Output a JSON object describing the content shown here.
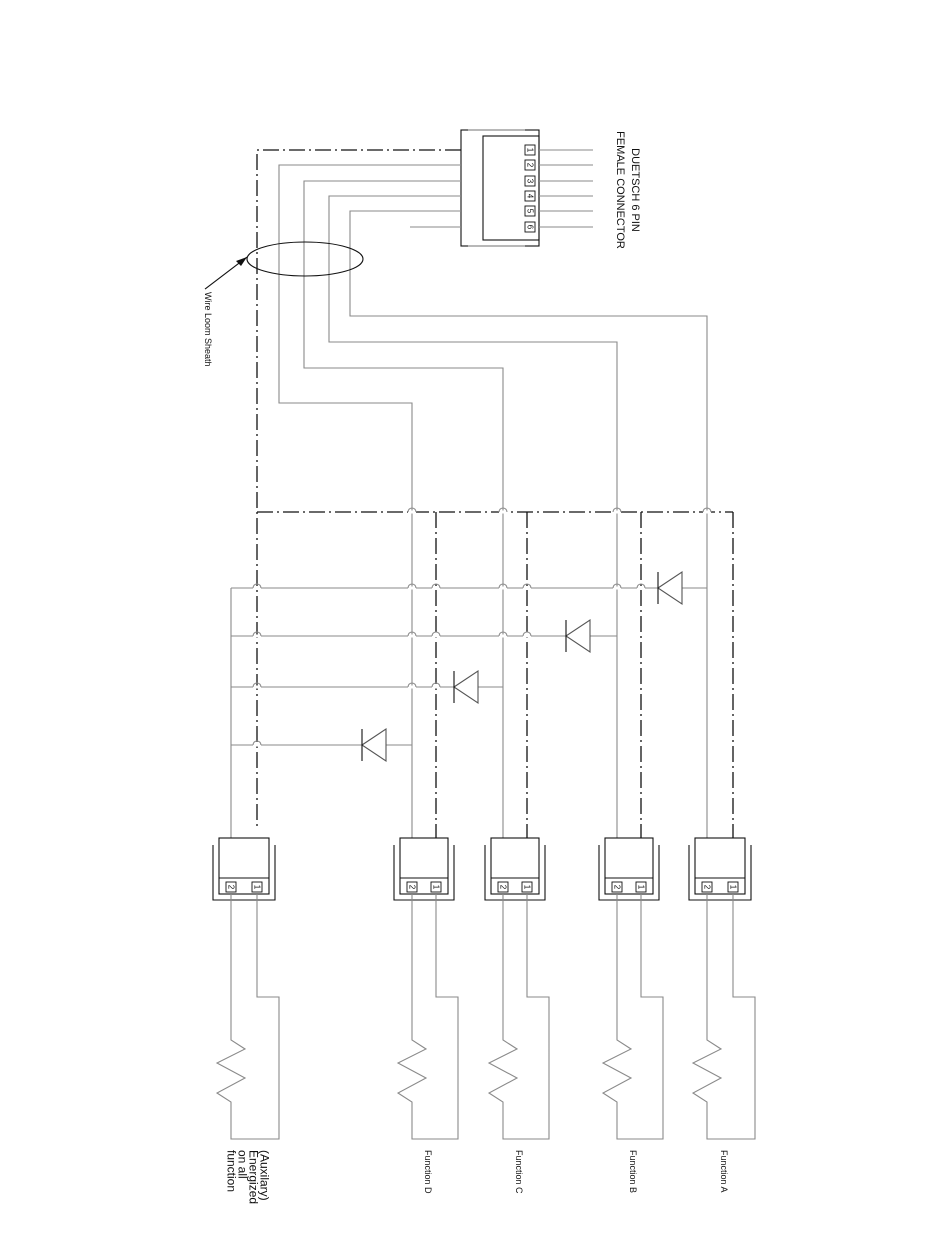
{
  "connector": {
    "line1": "DUETSCH 6 PIN",
    "line2": "FEMALE CONNECTOR",
    "pins": [
      "1",
      "2",
      "3",
      "4",
      "5",
      "6"
    ]
  },
  "sheath_label": "Wire Loom Sheath",
  "loads": [
    {
      "id": "a",
      "label": [
        "Function A"
      ],
      "pins": [
        "1",
        "2"
      ]
    },
    {
      "id": "b",
      "label": [
        "Function B"
      ],
      "pins": [
        "1",
        "2"
      ]
    },
    {
      "id": "c",
      "label": [
        "Function C"
      ],
      "pins": [
        "1",
        "2"
      ]
    },
    {
      "id": "d",
      "label": [
        "Function D"
      ],
      "pins": [
        "1",
        "2"
      ]
    },
    {
      "id": "aux",
      "label": [
        "(Auxilary)",
        "Energized",
        "on all",
        "function"
      ],
      "pins": [
        "1",
        "2"
      ]
    }
  ],
  "colors": {
    "wire": "#8a8a8a",
    "ground": "#111111"
  }
}
